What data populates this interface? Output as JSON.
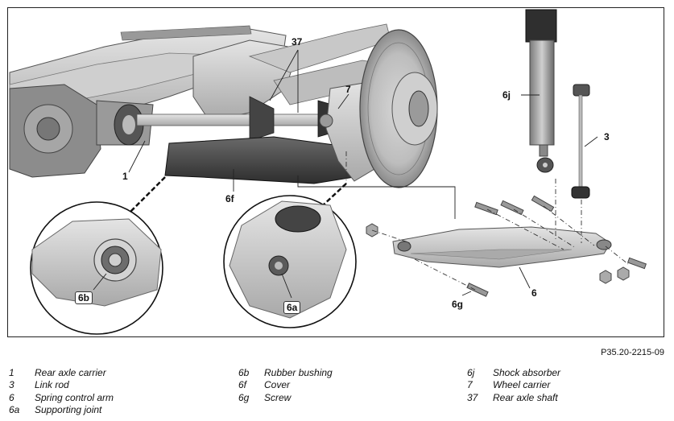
{
  "figure": {
    "id": "P35.20-2215-09",
    "callouts": {
      "c1": "1",
      "c3": "3",
      "c6": "6",
      "c6a": "6a",
      "c6b": "6b",
      "c6f": "6f",
      "c6g": "6g",
      "c6j": "6j",
      "c7": "7",
      "c37": "37"
    }
  },
  "legend": {
    "col1": [
      {
        "key": "1",
        "text": "Rear axle carrier"
      },
      {
        "key": "3",
        "text": "Link rod"
      },
      {
        "key": "6",
        "text": "Spring control arm"
      },
      {
        "key": "6a",
        "text": "Supporting joint"
      }
    ],
    "col2": [
      {
        "key": "6b",
        "text": "Rubber bushing"
      },
      {
        "key": "6f",
        "text": "Cover"
      },
      {
        "key": "6g",
        "text": "Screw"
      }
    ],
    "col3": [
      {
        "key": "6j",
        "text": "Shock absorber"
      },
      {
        "key": "7",
        "text": "Wheel carrier"
      },
      {
        "key": "37",
        "text": "Rear axle shaft"
      }
    ]
  }
}
